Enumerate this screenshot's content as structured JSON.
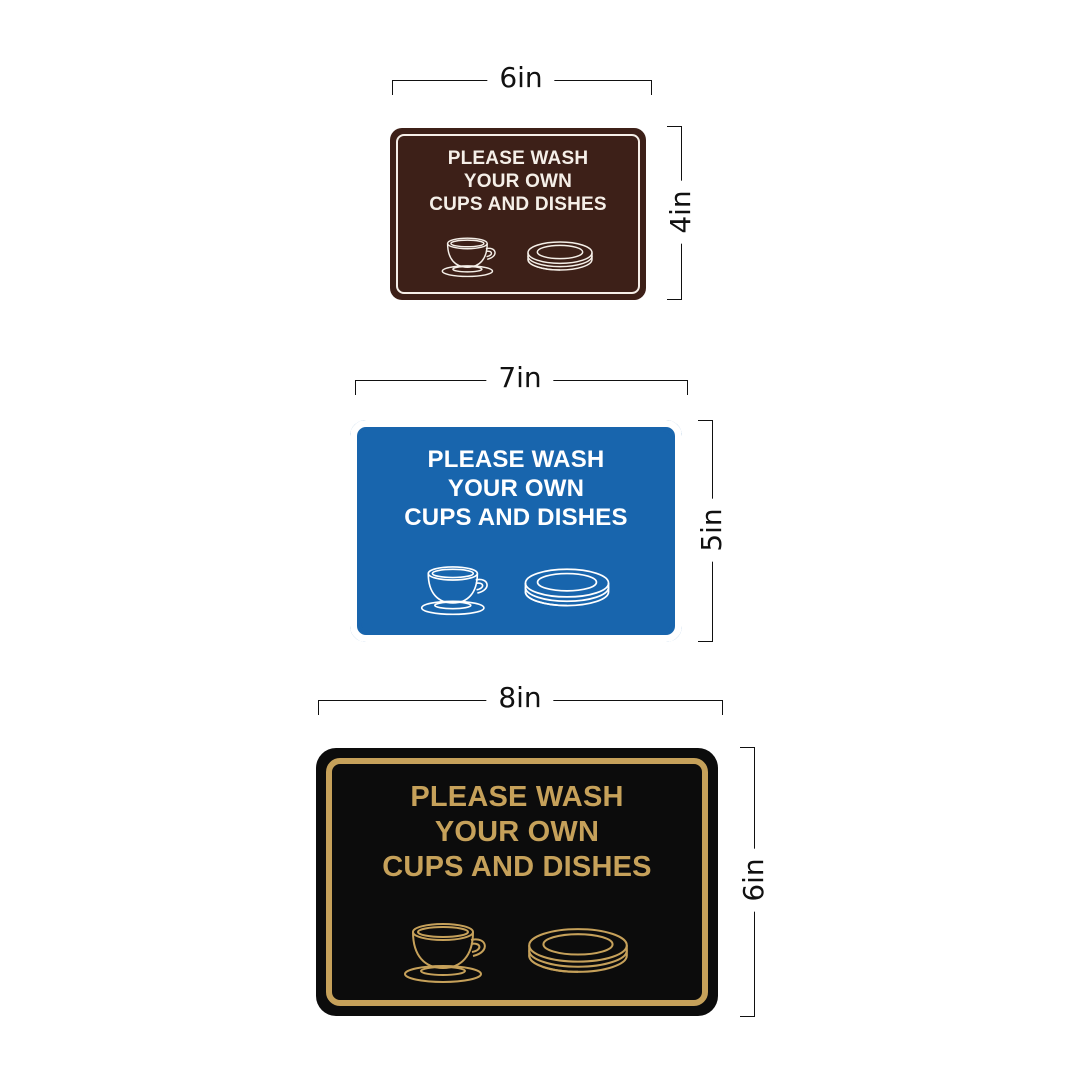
{
  "colors": {
    "brown_bg": "#3d2018",
    "brown_text": "#f5efe8",
    "blue_bg": "#1865ad",
    "blue_text": "#ffffff",
    "black_bg": "#0c0c0c",
    "gold": "#c6a15a",
    "dimension_ink": "#111111"
  },
  "signs": [
    {
      "width_label": "6in",
      "height_label": "4in",
      "lines": [
        "PLEASE WASH",
        "YOUR OWN",
        "CUPS AND DISHES"
      ],
      "icons": [
        "teacup-icon",
        "plates-icon"
      ]
    },
    {
      "width_label": "7in",
      "height_label": "5in",
      "lines": [
        "PLEASE WASH",
        "YOUR OWN",
        "CUPS AND DISHES"
      ],
      "icons": [
        "teacup-icon",
        "plates-icon"
      ]
    },
    {
      "width_label": "8in",
      "height_label": "6in",
      "lines": [
        "PLEASE WASH",
        "YOUR OWN",
        "CUPS AND DISHES"
      ],
      "icons": [
        "teacup-icon",
        "plates-icon"
      ]
    }
  ]
}
